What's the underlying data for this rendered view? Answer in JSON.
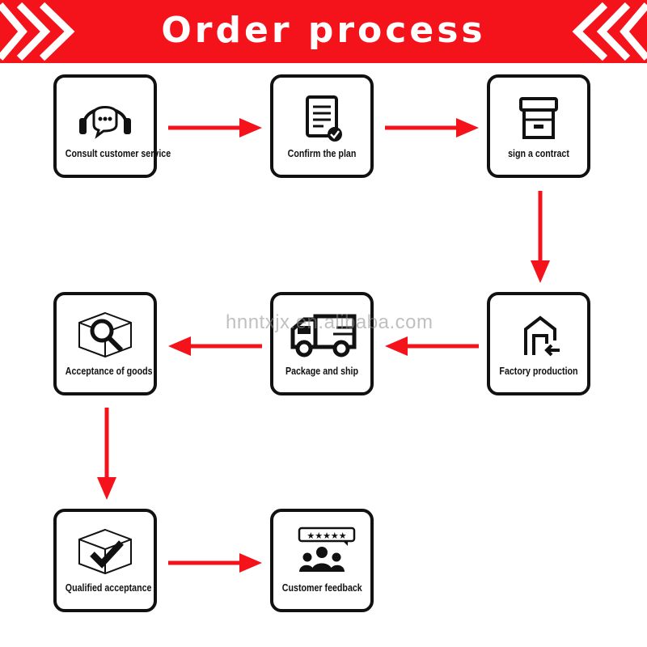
{
  "header": {
    "title": "Order process",
    "color": "#f4121b"
  },
  "accent_color": "#f4121b",
  "steps": [
    {
      "label": "Consult customer service",
      "icon": "headset-chat-icon"
    },
    {
      "label": "Confirm the plan",
      "icon": "checked-document-icon"
    },
    {
      "label": "sign a contract",
      "icon": "filing-cabinet-icon"
    },
    {
      "label": "Factory production",
      "icon": "factory-house-arrow-icon"
    },
    {
      "label": "Package and ship",
      "icon": "delivery-truck-icon"
    },
    {
      "label": "Acceptance of goods",
      "icon": "box-magnifier-icon"
    },
    {
      "label": "Qualified acceptance",
      "icon": "box-checkmark-icon"
    },
    {
      "label": "Customer feedback",
      "icon": "rating-group-icon"
    }
  ],
  "rating_stars": "★★★★★",
  "watermark": "hnntxjx.en.alibaba.com"
}
